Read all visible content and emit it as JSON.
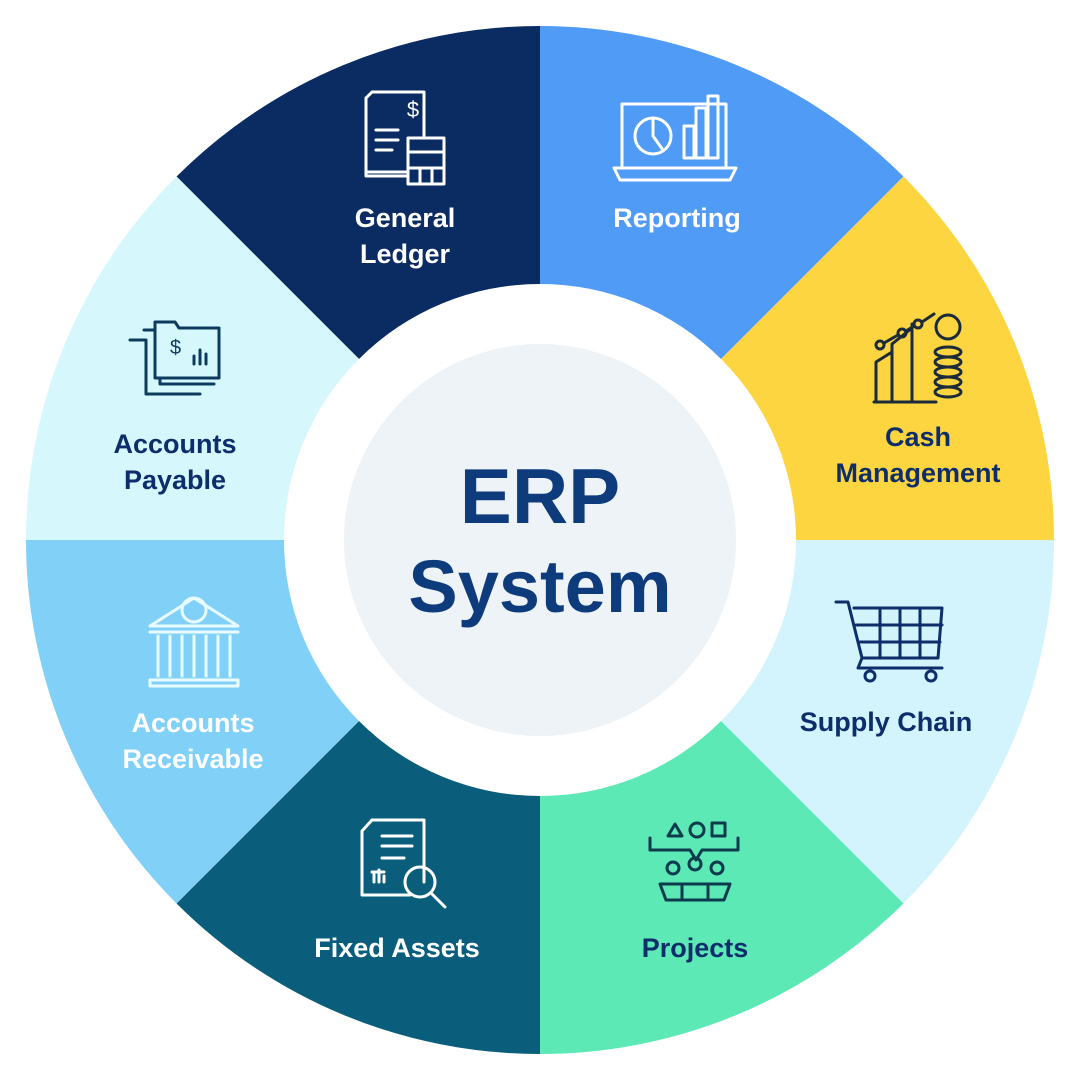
{
  "center": {
    "line1": "ERP",
    "line2": "System"
  },
  "segments": [
    {
      "id": "general-ledger",
      "lines": [
        "General",
        "Ledger"
      ],
      "color": "#0b2c63",
      "text_color": "#ffffff",
      "icon": "ledger-calculator-icon"
    },
    {
      "id": "reporting",
      "lines": [
        "Reporting"
      ],
      "color": "#4f9bf5",
      "text_color": "#ffffff",
      "icon": "laptop-chart-icon"
    },
    {
      "id": "cash-management",
      "lines": [
        "Cash",
        "Management"
      ],
      "color": "#fcd540",
      "text_color": "#0d2d6b",
      "icon": "growth-coins-icon"
    },
    {
      "id": "supply-chain",
      "lines": [
        "Supply Chain"
      ],
      "color": "#d3f4fc",
      "text_color": "#0d2d6b",
      "icon": "shopping-cart-icon"
    },
    {
      "id": "projects",
      "lines": [
        "Projects"
      ],
      "color": "#5ce9b5",
      "text_color": "#0d2d6b",
      "icon": "team-shapes-icon"
    },
    {
      "id": "fixed-assets",
      "lines": [
        "Fixed Assets"
      ],
      "color": "#0b5e7b",
      "text_color": "#ffffff",
      "icon": "document-magnifier-icon"
    },
    {
      "id": "accounts-receivable",
      "lines": [
        "Accounts",
        "Receivable"
      ],
      "color": "#80d0f8",
      "text_color": "#ffffff",
      "icon": "bank-icon"
    },
    {
      "id": "accounts-payable",
      "lines": [
        "Accounts",
        "Payable"
      ],
      "color": "#d6f7fc",
      "text_color": "#0d2d6b",
      "icon": "invoice-folders-icon"
    }
  ],
  "colors": {
    "ring": "#ffffff",
    "hub": "#eef3f7",
    "navy": "#0d3b7c"
  }
}
